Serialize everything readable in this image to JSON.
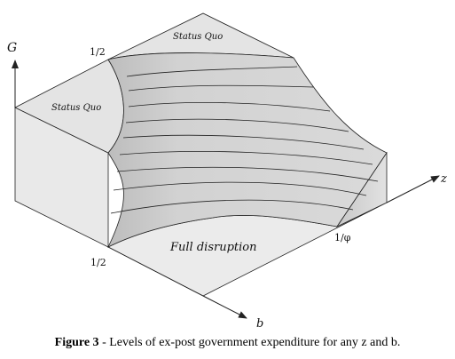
{
  "figure": {
    "labels": {
      "g_axis": "G",
      "z_axis": "z",
      "b_axis": "b",
      "half_top": "1/2",
      "half_bottom": "1/2",
      "inv_phi": "1/φ",
      "status_quo_top": "Status Quo",
      "status_quo_left": "Status Quo",
      "full_disruption": "Full disruption"
    },
    "colors": {
      "top_plane": "#e6e6e6",
      "front_face": "#ececec",
      "curved_surface": "#d4d4d4",
      "floor": "#ebebeb",
      "lines": "#222222"
    }
  },
  "caption": {
    "figure_label": "Figure 3",
    "text": " - Levels of ex-post government expenditure for any z and b."
  }
}
